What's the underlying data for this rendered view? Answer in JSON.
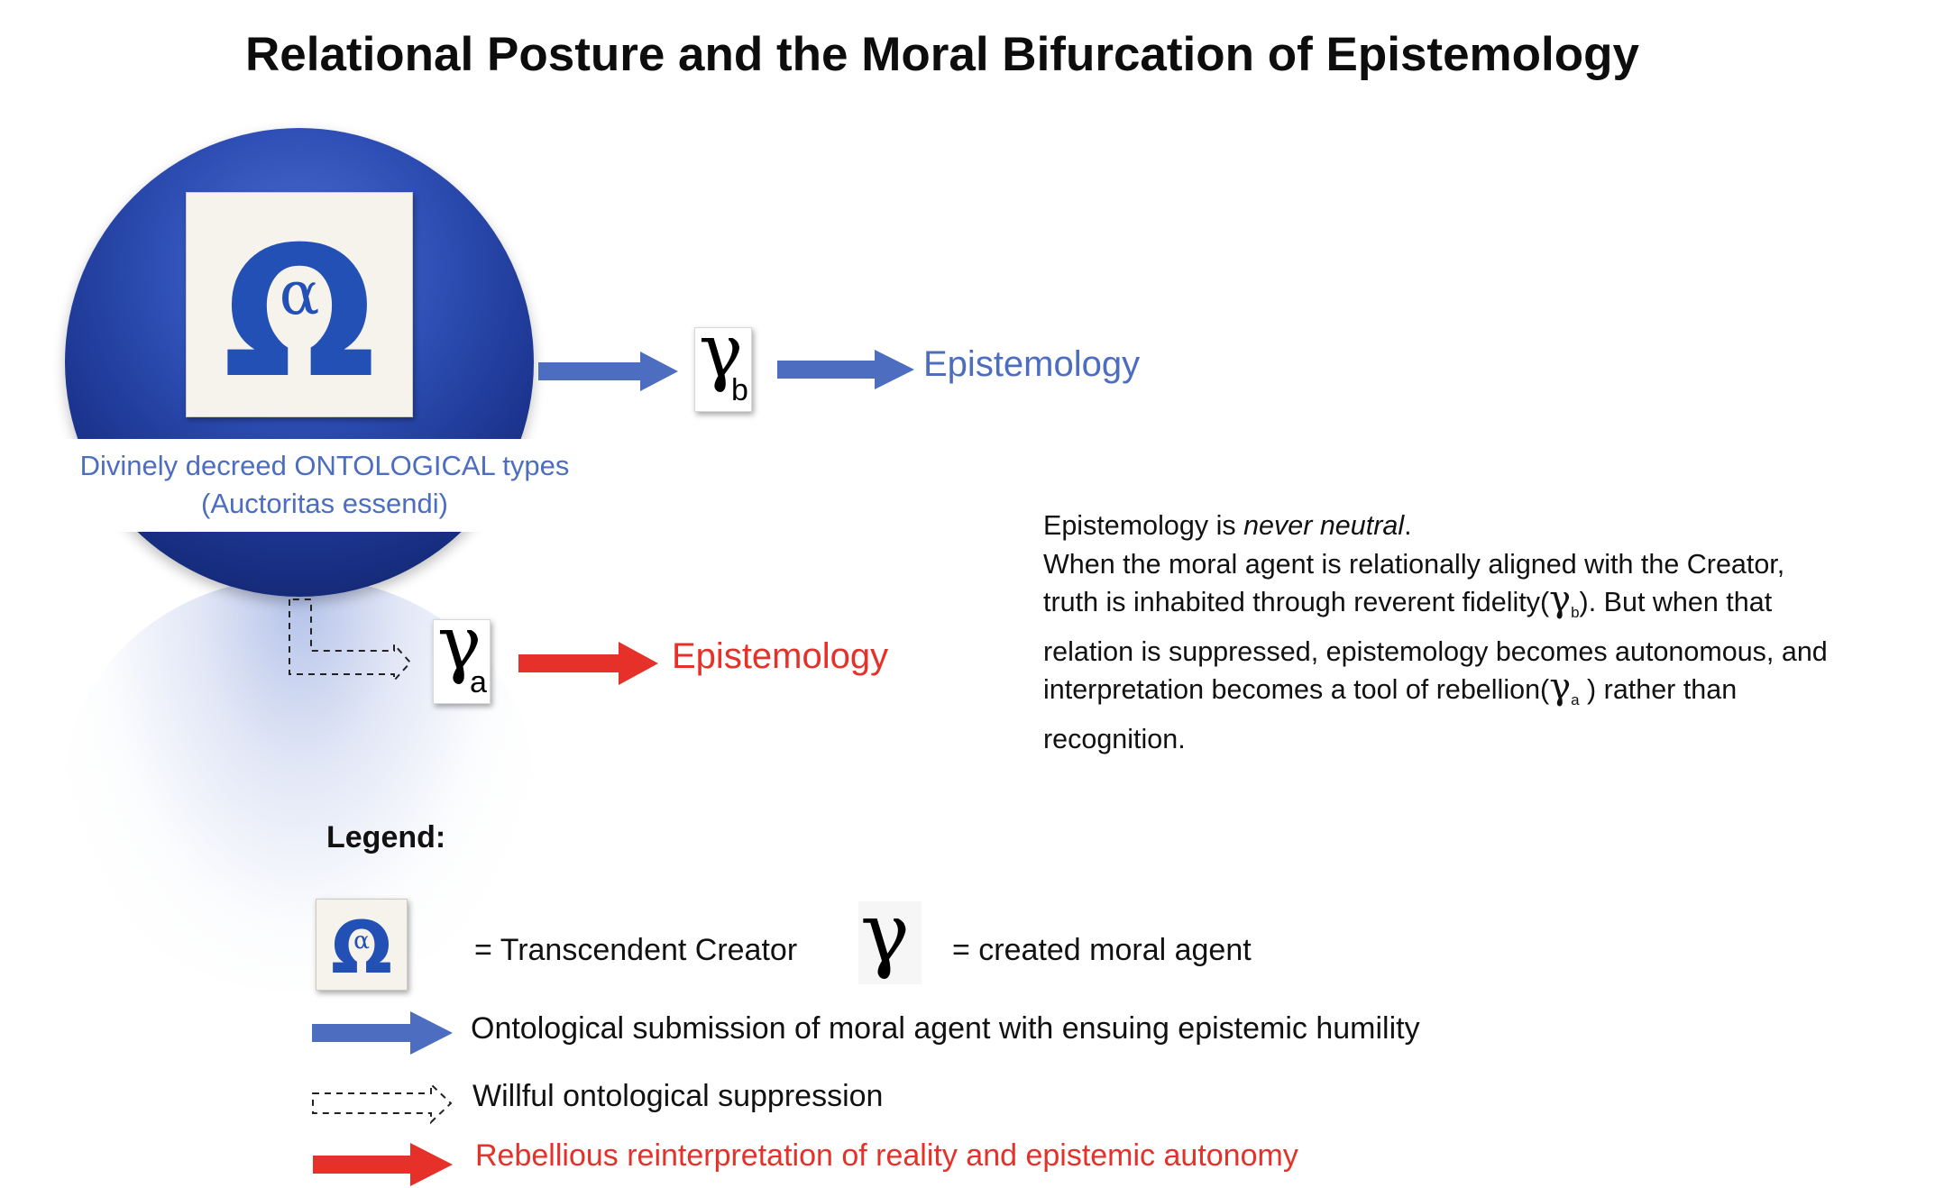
{
  "title": "Relational Posture and the Moral Bifurcation of Epistemology",
  "colors": {
    "blue": "#4c6dc0",
    "red": "#e5312a",
    "sphere": "#2e4fb5",
    "creator_glyph": "#2350b5"
  },
  "icons": {
    "creator": "omega-alpha-icon",
    "moral_agent": "gamma-icon"
  },
  "creator_symbol": {
    "outer": "Ω",
    "inner": "α"
  },
  "gamma_symbol": "γ",
  "ontological_label": {
    "line1": "Divinely decreed ONTOLOGICAL types",
    "line2": "(Auctoritas essendi)"
  },
  "gamma_b": {
    "subscript": "b"
  },
  "gamma_a": {
    "subscript": "a"
  },
  "epistemology_upper": "Epistemology",
  "epistemology_lower": "Epistemology",
  "explanation": {
    "line1_pre": "Epistemology is ",
    "line1_em": "never neutral",
    "line1_post": ".",
    "line2": "When the moral agent is relationally aligned with the Creator,",
    "line3_pre": "truth is inhabited through reverent fidelity(",
    "line3_gamma": "γ",
    "line3_sub": "b",
    "line3_post": ").   But when that",
    "line4": "relation is suppressed, epistemology becomes autonomous, and",
    "line5_pre": "interpretation becomes a tool of rebellion(",
    "line5_gamma": "γ",
    "line5_sub": "a",
    "line5_post": " ) rather than",
    "line6": "recognition."
  },
  "legend": {
    "title": "Legend:",
    "creator_label": "= Transcendent Creator",
    "gamma_label": "= created moral agent",
    "blue_arrow_label": "Ontological submission of moral agent with ensuing epistemic humility",
    "dashed_arrow_label": "Willful ontological suppression",
    "red_arrow_label": "Rebellious reinterpretation of reality and epistemic autonomy"
  }
}
